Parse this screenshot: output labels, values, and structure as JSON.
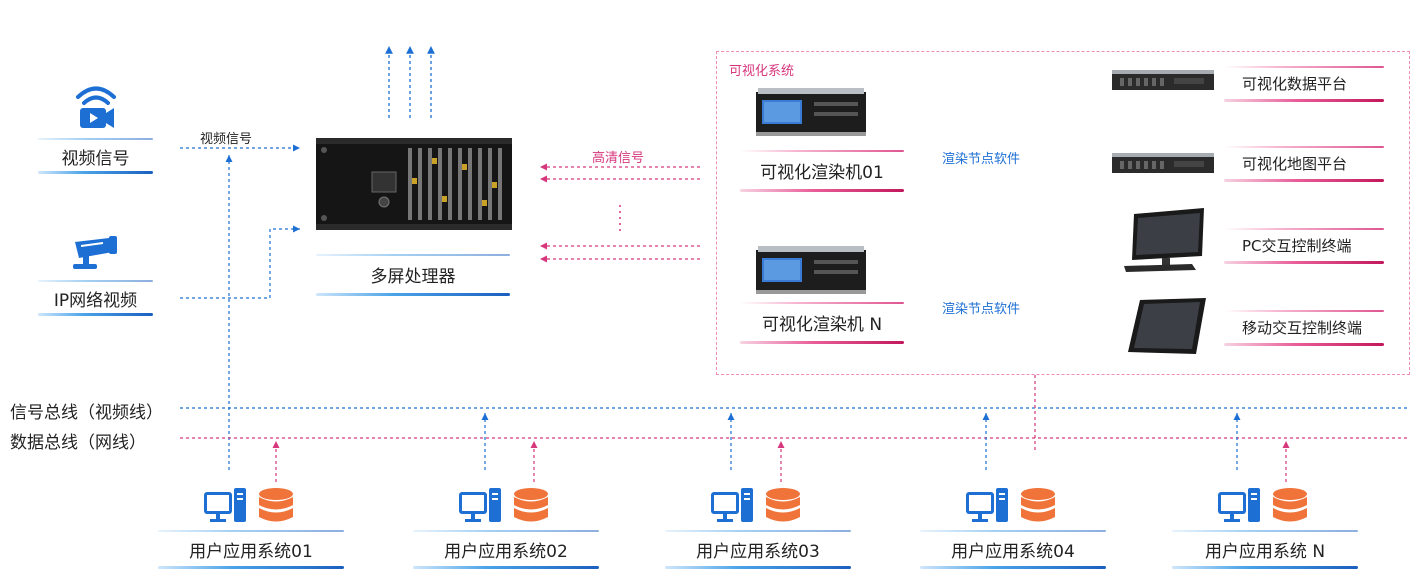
{
  "sources": {
    "video": {
      "label": "视频信号"
    },
    "ip": {
      "label": "IP网络视频"
    }
  },
  "processor": {
    "label": "多屏处理器"
  },
  "links": {
    "video_signal": "视频信号",
    "hd_signal": "高清信号",
    "render_software_1": "渲染节点软件",
    "render_software_2": "渲染节点软件"
  },
  "viz_system": {
    "title": "可视化系统",
    "renderers": [
      "可视化渲染机01",
      "可视化渲染机 N"
    ],
    "platforms": [
      "可视化数据平台",
      "可视化地图平台",
      "PC交互控制终端",
      "移动交互控制终端"
    ]
  },
  "buses": {
    "signal": "信号总线（视频线）",
    "data": "数据总线（网线）"
  },
  "user_systems": [
    "用户应用系统01",
    "用户应用系统02",
    "用户应用系统03",
    "用户应用系统04",
    "用户应用系统 N"
  ],
  "colors": {
    "blue": "#1d6fd4",
    "pink": "#d6377d",
    "orange": "#f0733a"
  }
}
